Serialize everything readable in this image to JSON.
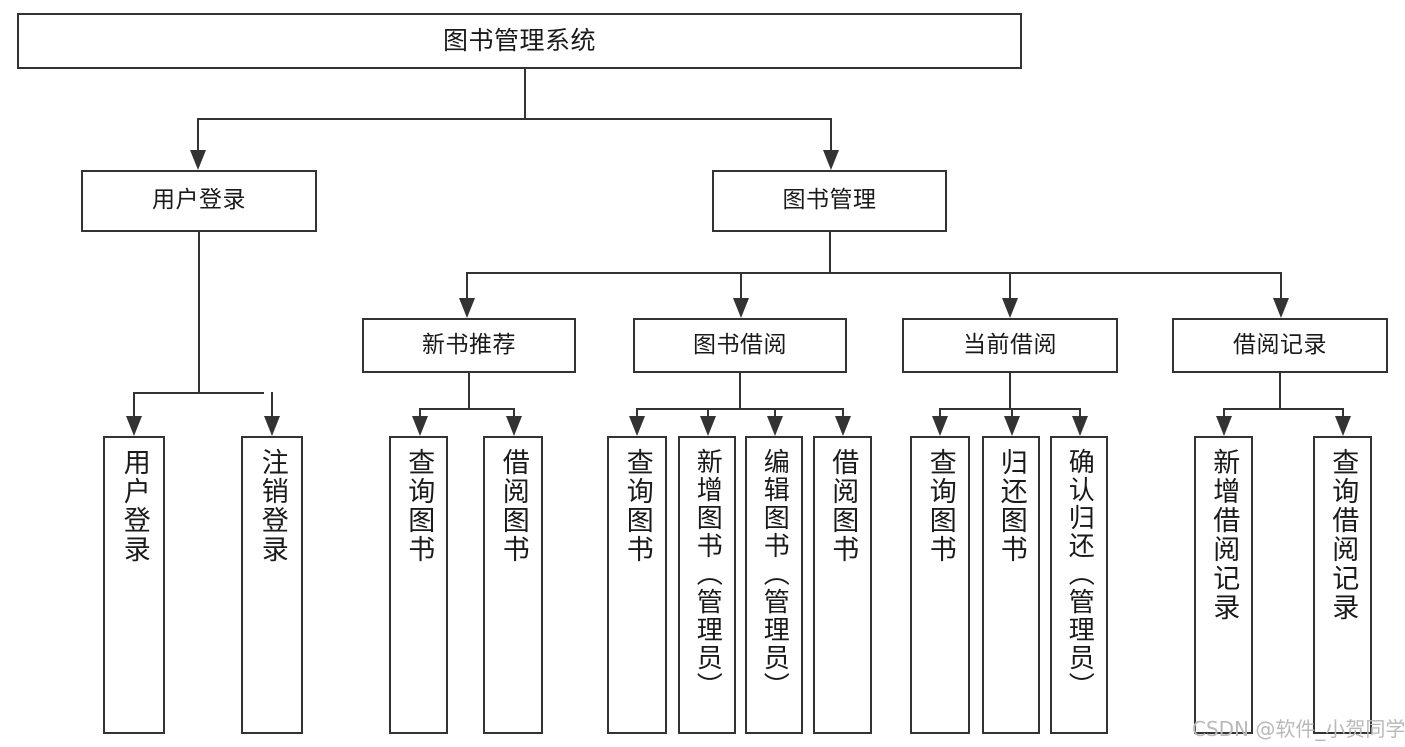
{
  "diagram": {
    "type": "tree-hierarchy",
    "title": "图书管理系统",
    "watermark": "CSDN @软件_小贺同学",
    "colors": {
      "stroke": "#333333",
      "fill": "#ffffff",
      "text": "#1a1a1a",
      "watermark": "#b9b9b9"
    },
    "nodes": {
      "root": {
        "label": "图书管理系统",
        "level": 1
      },
      "l2": [
        {
          "id": "user-login",
          "label": "用户登录",
          "level": 2
        },
        {
          "id": "book-management",
          "label": "图书管理",
          "level": 2
        }
      ],
      "l3": [
        {
          "id": "new-book-recommend",
          "label": "新书推荐",
          "level": 3,
          "parent": "book-management"
        },
        {
          "id": "book-borrow",
          "label": "图书借阅",
          "level": 3,
          "parent": "book-management"
        },
        {
          "id": "current-borrow",
          "label": "当前借阅",
          "level": 3,
          "parent": "book-management"
        },
        {
          "id": "borrow-record",
          "label": "借阅记录",
          "level": 3,
          "parent": "book-management"
        }
      ],
      "leaves": [
        {
          "id": "leaf-user-login",
          "label": "用户登录",
          "parent": "user-login"
        },
        {
          "id": "leaf-logout",
          "label": "注销登录",
          "parent": "user-login"
        },
        {
          "id": "leaf-query-book-1",
          "label": "查询图书",
          "parent": "new-book-recommend"
        },
        {
          "id": "leaf-borrow-book-1",
          "label": "借阅图书",
          "parent": "new-book-recommend"
        },
        {
          "id": "leaf-query-book-2",
          "label": "查询图书",
          "parent": "book-borrow"
        },
        {
          "id": "leaf-add-book",
          "label": "新增图书（管理员）",
          "parent": "book-borrow"
        },
        {
          "id": "leaf-edit-book",
          "label": "编辑图书（管理员）",
          "parent": "book-borrow"
        },
        {
          "id": "leaf-borrow-book-2",
          "label": "借阅图书",
          "parent": "book-borrow"
        },
        {
          "id": "leaf-query-book-3",
          "label": "查询图书",
          "parent": "current-borrow"
        },
        {
          "id": "leaf-return-book",
          "label": "归还图书",
          "parent": "current-borrow"
        },
        {
          "id": "leaf-confirm-return",
          "label": "确认归还（管理员）",
          "parent": "current-borrow"
        },
        {
          "id": "leaf-add-record",
          "label": "新增借阅记录",
          "parent": "borrow-record"
        },
        {
          "id": "leaf-query-record",
          "label": "查询借阅记录",
          "parent": "borrow-record"
        }
      ]
    }
  }
}
